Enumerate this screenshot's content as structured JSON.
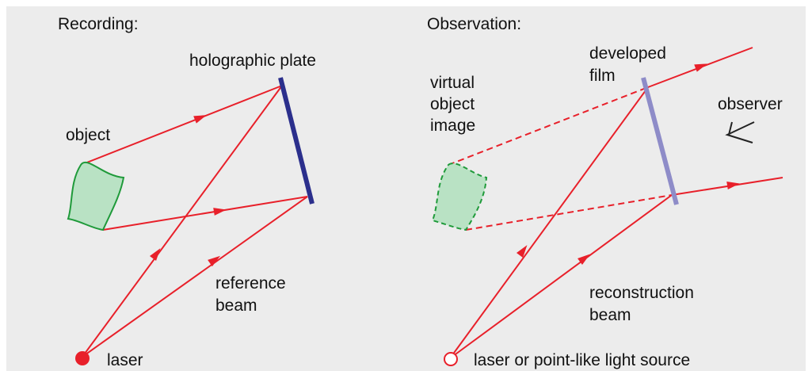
{
  "colors": {
    "panel_background": "#ececec",
    "ray": "#e8202a",
    "object_fill": "#b9e2c4",
    "object_stroke": "#1f9a3a",
    "plate": "#2b2f8c",
    "developed_film": "#8e8cc8",
    "eye": "#222222"
  },
  "recording": {
    "title": "Recording:",
    "plate_label": "holographic plate",
    "object_label": "object",
    "reference_beam_label_1": "reference",
    "reference_beam_label_2": "beam",
    "laser_label": "laser"
  },
  "observation": {
    "title": "Observation:",
    "film_label_1": "developed",
    "film_label_2": "film",
    "virtual_label_1": "virtual",
    "virtual_label_2": "object",
    "virtual_label_3": "image",
    "observer_label": "observer",
    "reconstruction_label_1": "reconstruction",
    "reconstruction_label_2": "beam",
    "source_label": "laser or point-like light source"
  },
  "icons": {
    "laser_icon": "filled-circle",
    "source_icon": "hollow-circle",
    "observer_icon": "eye-icon"
  }
}
